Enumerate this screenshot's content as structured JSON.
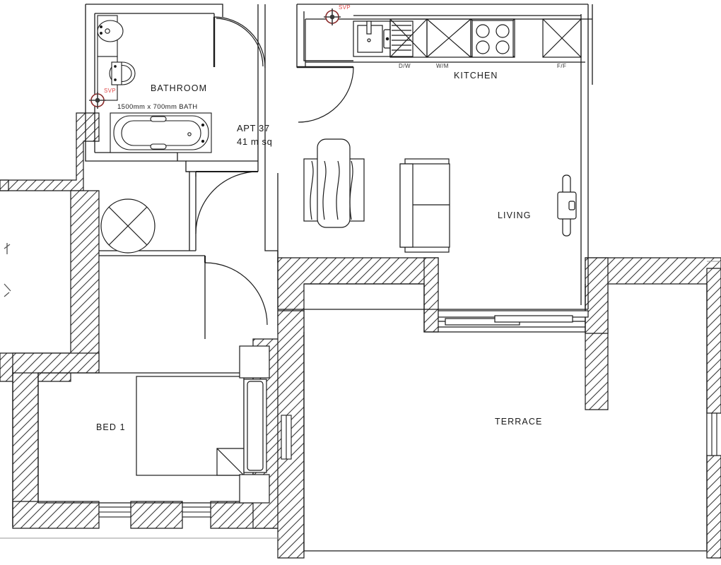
{
  "drawing": {
    "type": "architectural-floor-plan",
    "apartment": {
      "name": "APT 37",
      "area": "41 m sq"
    },
    "colors": {
      "line": "#1a1a1a",
      "hatch": "#333333",
      "annotation_red": "#e04a4a",
      "background": "#ffffff"
    }
  },
  "rooms": [
    {
      "id": "bathroom",
      "label": "BATHROOM"
    },
    {
      "id": "kitchen",
      "label": "KITCHEN"
    },
    {
      "id": "living",
      "label": "LIVING"
    },
    {
      "id": "bed1",
      "label": "BED 1"
    },
    {
      "id": "terrace",
      "label": "TERRACE"
    }
  ],
  "annotations": {
    "bath_dimension": "1500mm  x  700mm  BATH",
    "apt_number": "APT 37",
    "apt_area": "41 m sq",
    "svp_markers": [
      {
        "id": "svp-bathroom",
        "label": "SVP"
      },
      {
        "id": "svp-kitchen",
        "label": "SVP"
      }
    ]
  },
  "kitchen_appliances": [
    {
      "id": "dishwasher",
      "label": "D/W"
    },
    {
      "id": "washing-machine",
      "label": "W/M"
    },
    {
      "id": "fridge-freezer",
      "label": "F/F"
    }
  ],
  "fixtures": {
    "bathroom": [
      "wash-basin",
      "wc-toilet",
      "bath-tub"
    ],
    "kitchen": [
      "sink",
      "drainer",
      "dishwasher",
      "washing-machine",
      "hob",
      "fridge-freezer",
      "worktop"
    ],
    "living": [
      "sofa",
      "dining-table",
      "dining-chairs",
      "radiator"
    ],
    "bed1": [
      "double-bed",
      "bedside-table",
      "wardrobe"
    ],
    "hall": [
      "cylinder-cupboard"
    ]
  }
}
